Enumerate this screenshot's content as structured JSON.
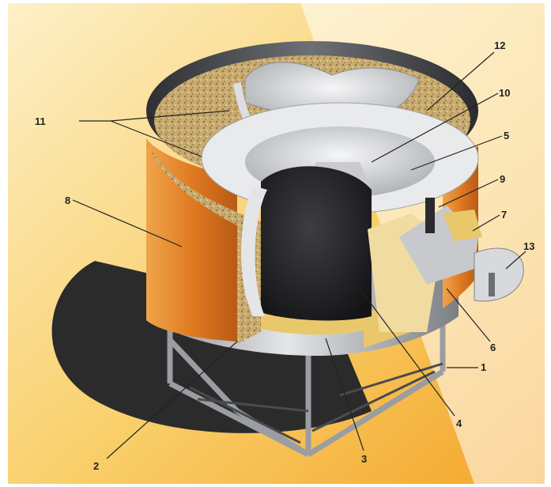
{
  "diagram": {
    "colors": {
      "background_light": "#fde9b8",
      "background_orange": "#f6b63a",
      "shadow": "#2b2b2b",
      "steel": "#b9bcc0",
      "insulation": "#c8a86e",
      "copper": "#e0892f",
      "refractory": "#e6d49a"
    },
    "callouts": [
      {
        "id": "1",
        "text": "1"
      },
      {
        "id": "2",
        "text": "2"
      },
      {
        "id": "3",
        "text": "3"
      },
      {
        "id": "4",
        "text": "4"
      },
      {
        "id": "5",
        "text": "5"
      },
      {
        "id": "6",
        "text": "6"
      },
      {
        "id": "7",
        "text": "7"
      },
      {
        "id": "8",
        "text": "8"
      },
      {
        "id": "9",
        "text": "9"
      },
      {
        "id": "10",
        "text": "10"
      },
      {
        "id": "11",
        "text": "11"
      },
      {
        "id": "12",
        "text": "12"
      },
      {
        "id": "13",
        "text": "13"
      }
    ]
  }
}
